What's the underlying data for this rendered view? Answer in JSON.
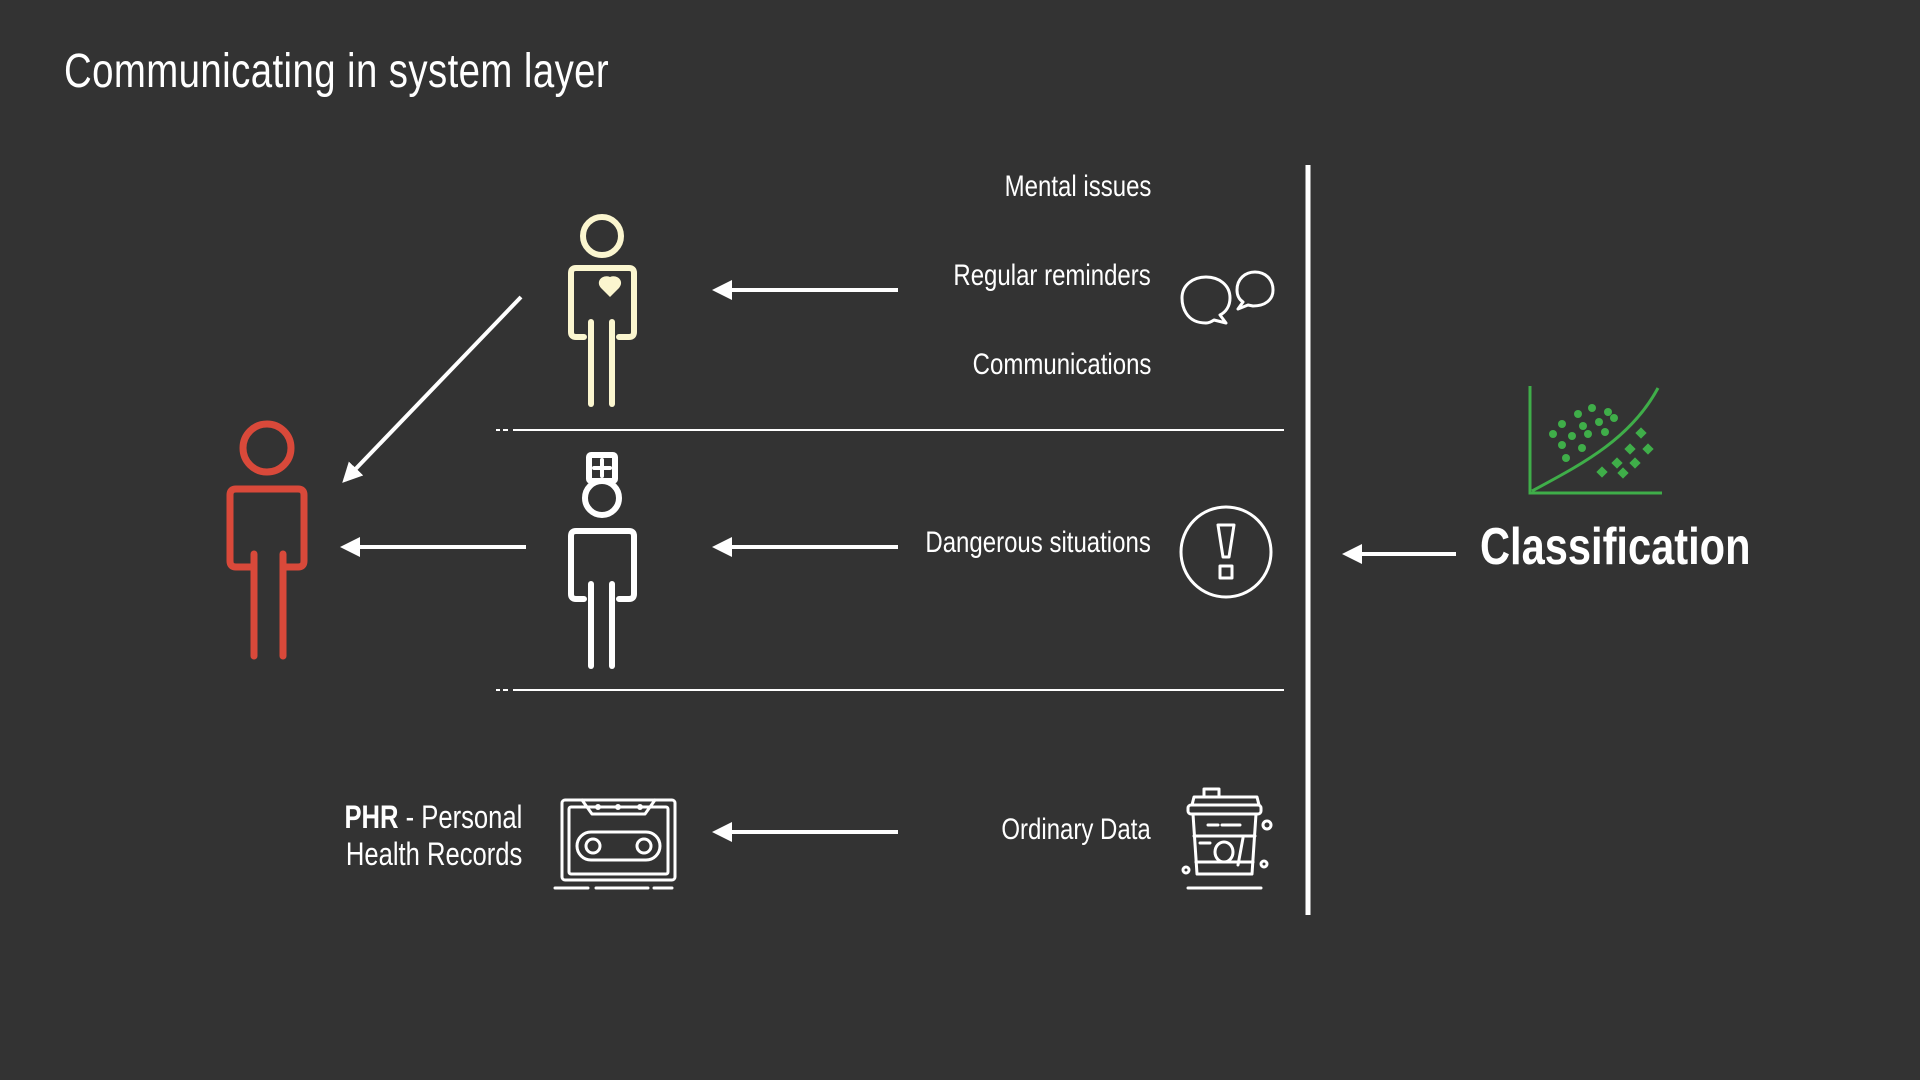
{
  "title": "Communicating in system layer",
  "labels": {
    "mental_issues": "Mental issues",
    "regular_reminders": "Regular reminders",
    "communications": "Communications",
    "dangerous_situations": "Dangerous situations",
    "ordinary_data": "Ordinary Data",
    "classification": "Classification",
    "phr_abbr": "PHR",
    "phr_rest_line1": " - Personal",
    "phr_line2": "Health Records"
  },
  "colors": {
    "background": "#333333",
    "foreground": "#ffffff",
    "patient": "#d9493a",
    "caregiver": "#fbf6cf",
    "classification_chart": "#3fae49"
  },
  "icons": {
    "patient": "person-icon",
    "caregiver": "person-heart-icon",
    "nurse": "nurse-icon",
    "phr": "cassette-tape-icon",
    "communications": "speech-bubbles-icon",
    "dangerous": "exclamation-circle-icon",
    "ordinary": "coffee-cup-icon",
    "classification": "scatter-plot-icon"
  }
}
